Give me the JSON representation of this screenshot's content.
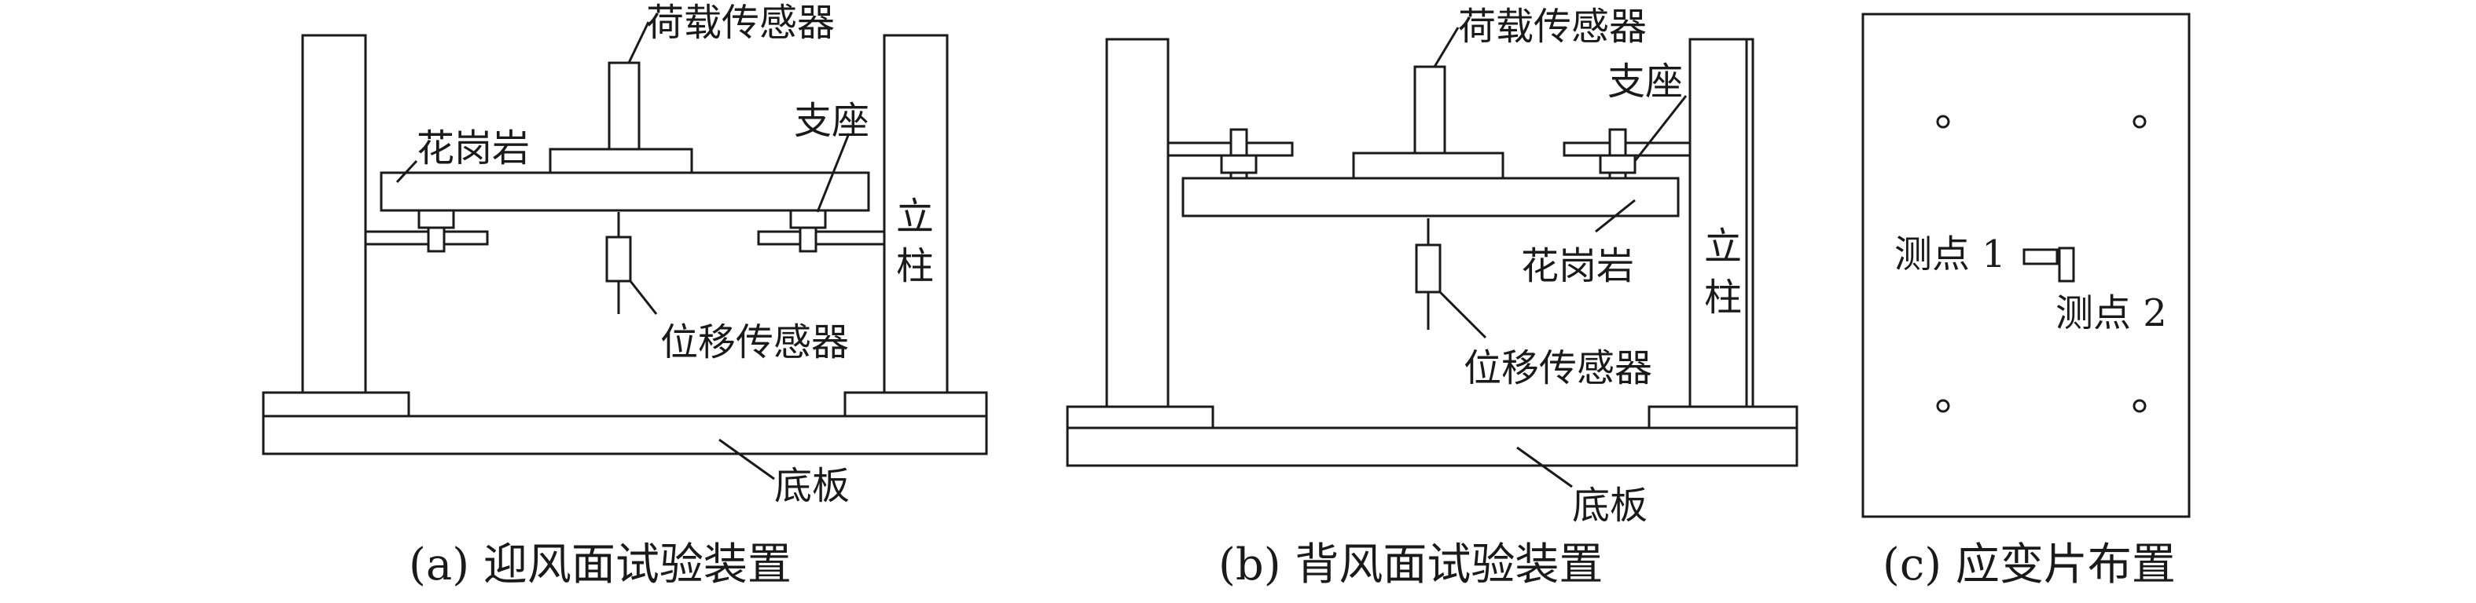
{
  "figure": {
    "panel_a": {
      "caption": "(a) 迎风面试验装置",
      "labels": {
        "load_sensor": "荷载传感器",
        "granite": "花岗岩",
        "support": "支座",
        "column_char1": "立",
        "column_char2": "柱",
        "displacement_sensor": "位移传感器",
        "base_plate": "底板"
      }
    },
    "panel_b": {
      "caption": "(b) 背风面试验装置",
      "labels": {
        "load_sensor": "荷载传感器",
        "support": "支座",
        "granite": "花岗岩",
        "column_char1": "立",
        "column_char2": "柱",
        "displacement_sensor": "位移传感器",
        "base_plate": "底板"
      }
    },
    "panel_c": {
      "caption": "(c) 应变片布置",
      "labels": {
        "point1": "测点 1",
        "point2": "测点 2"
      }
    },
    "colors": {
      "line": "#1a1a1a",
      "background": "#ffffff"
    }
  }
}
